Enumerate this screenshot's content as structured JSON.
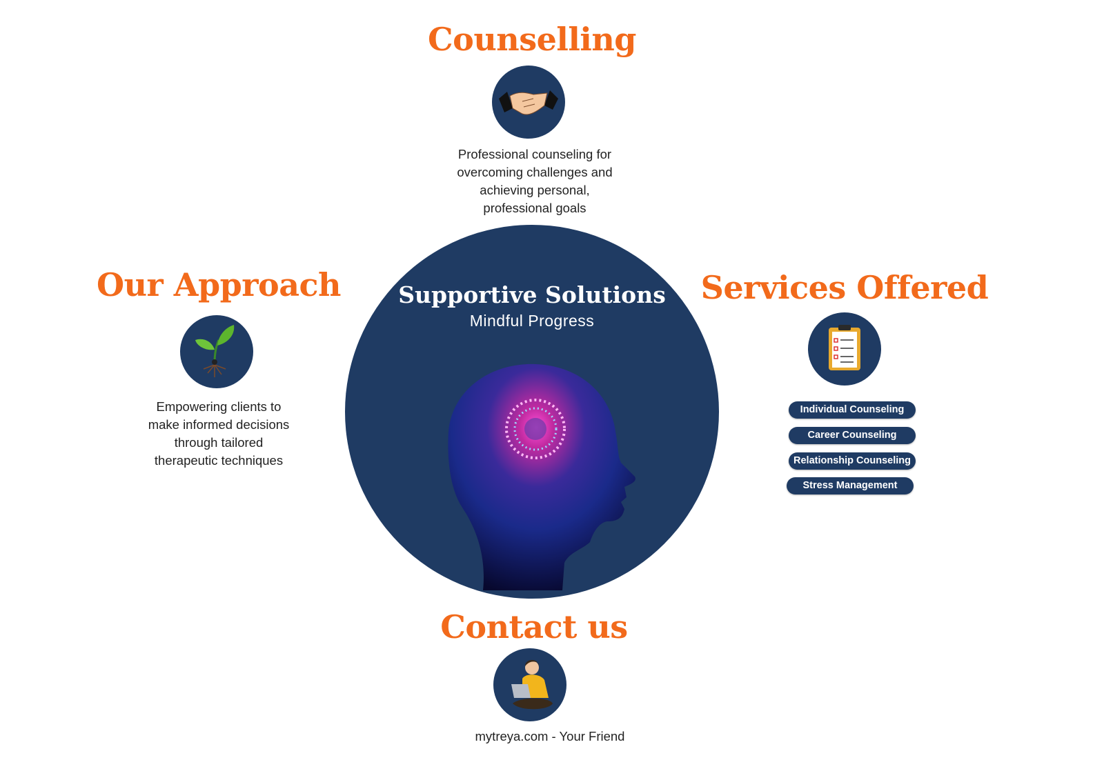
{
  "counselling": {
    "title": "Counselling",
    "icon": "handshake-icon",
    "lines": [
      "Professional counseling for",
      "overcoming challenges and",
      "achieving personal,",
      "professional goals"
    ]
  },
  "approach": {
    "title": "Our Approach",
    "icon": "sprout-icon",
    "lines": [
      "Empowering clients to",
      "make informed decisions",
      "through tailored",
      "therapeutic techniques"
    ]
  },
  "services": {
    "title": "Services Offered",
    "icon": "clipboard-checklist-icon",
    "items": [
      "Individual Counseling",
      "Career Counseling",
      "Relationship Counseling",
      "Stress Management"
    ]
  },
  "center": {
    "title": "Supportive Solutions",
    "subtitle": "Mindful Progress"
  },
  "contact": {
    "title": "Contact us",
    "icon": "person-laptop-icon",
    "text": "mytreya.com - Your Friend"
  },
  "colors": {
    "accent": "#f26a1b",
    "navy": "#1f3b63"
  }
}
